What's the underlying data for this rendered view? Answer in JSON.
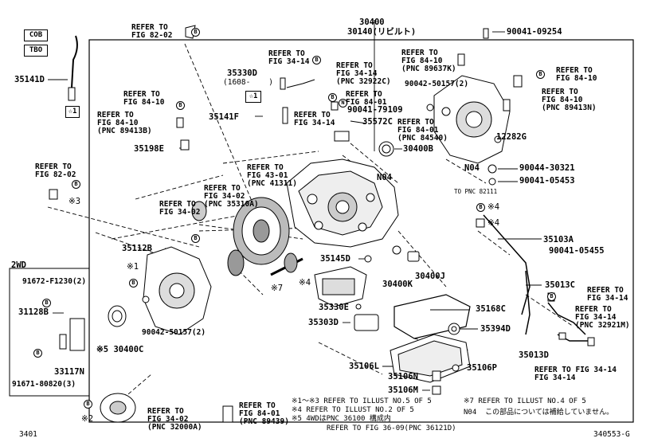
{
  "codes": {
    "left1": "COB",
    "left2": "TBO"
  },
  "parts": {
    "p30400": "30400",
    "p30140": "30140(リビルト)",
    "p90041_09254": "90041-09254",
    "p35141D": "35141D",
    "star1a": "☆1",
    "star1b": "☆1",
    "p35330D": "35330D",
    "p1608": "(1608-    )",
    "p35141F": "35141F",
    "p35198E": "35198E",
    "p90041_79109": "90041-79109",
    "p35572C": "35572C",
    "p30400B": "30400B",
    "p90042_50157a": "90042-50157(2)",
    "p12282G": "12282G",
    "pN04a": "N04",
    "pN04b": "N04",
    "p90044_30321": "90044-30321",
    "p90041_05453": "90041-05453",
    "toPnc": "TO PNC 82111",
    "p35103A": "35103A",
    "p90041_05455": "90041-05455",
    "p35112B": "35112B",
    "p35145D": "35145D",
    "p30400K": "30400K",
    "p30400J": "30400J",
    "p35013C": "35013C",
    "p35330E": "35330E",
    "p35168C": "35168C",
    "p35303D": "35303D",
    "p35394D": "35394D",
    "p35013D": "35013D",
    "p35106L": "35106L",
    "p35106N": "35106N",
    "p35106P": "35106P",
    "p35106M": "35106M",
    "x1": "※1",
    "x3": "※3",
    "x2": "※2",
    "x4a": "※4",
    "x4b": "※4",
    "x4c": "※4",
    "x7": "※7",
    "p30400C": "※5 30400C",
    "p90042_50157b": "90042-50157(2)",
    "wd2": "2WD",
    "p91672": "91672-F1230(2)",
    "p31128B": "31128B",
    "p33117N": "33117N",
    "p91671": "91671-80820(3)"
  },
  "refs": {
    "r1": "REFER TO\nFIG 82-02",
    "r2": "REFER TO\nFIG 34-14",
    "r3": "REFER TO\nFIG 34-14\n(PNC 32922C)",
    "r4": "REFER TO\nFIG 84-10\n(PNC 89637K)",
    "r5": "REFER TO\nFIG 84-10",
    "r6": "REFER TO\nFIG 84-10\n(PNC 89413N)",
    "r7": "REFER TO\nFIG 84-01",
    "r8": "REFER TO\nFIG 34-14",
    "r9": "REFER TO\nFIG 84-01\n(PNC 84540)",
    "r10": "REFER TO\nFIG 84-10",
    "r11": "REFER TO\nFIG 84-10\n(PNC 89413B)",
    "r12": "REFER TO\nFIG 43-01\n(PNC 41311)",
    "r13": "REFER TO\nFIG 82-02",
    "r14": "REFER TO\nFIG 34-02",
    "r15": "REFER TO\nFIG 34-02\n(PNC 35310A)",
    "r16": "REFER TO\nFIG 34-14",
    "r17": "REFER TO\nFIG 34-14\n(PNC 32921M)",
    "r18": "REFER TO FIG 34-14\nFIG 34-14",
    "r19": "REFER TO\nFIG 34-02\n(PNC 32000A)",
    "r20": "REFER TO\nFIG 84-01\n(PNC 89439)"
  },
  "notes": {
    "n1": "※1～※3 REFER TO ILLUST NO.5 OF 5",
    "n2": "※4 REFER TO ILLUST NO.2 OF 5",
    "n3": "※5 4WDはPNC 36100 構成内",
    "n4": "REFER TO FIG 36-09(PNC 36121D)",
    "n5": "※7 REFER TO ILLUST NO.4 OF 5",
    "n6": "N04  この部品については補給していません。"
  },
  "footer": {
    "left": "3401",
    "right": "340553-G"
  },
  "badges": {
    "b": "B",
    "n": "N"
  }
}
